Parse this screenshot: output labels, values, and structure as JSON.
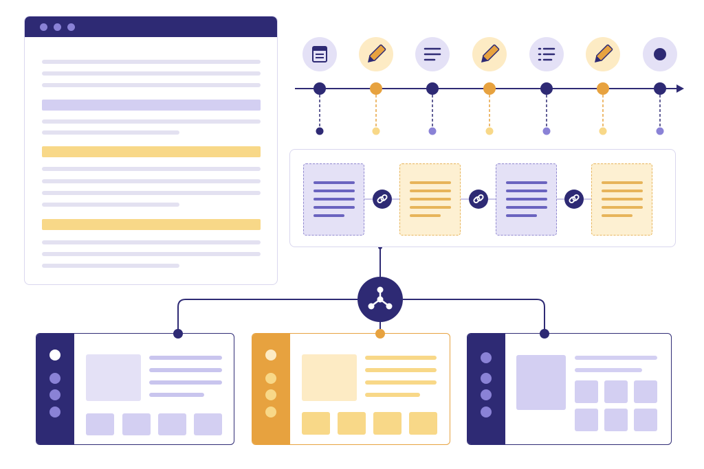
{
  "colors": {
    "navy": "#2e2a74",
    "purple": "#8a82d6",
    "lavender": "#d3cff2",
    "pale_lavender": "#e4e1f6",
    "orange": "#e7a23f",
    "yellow": "#f8d888",
    "pale_yellow": "#fdf0d2",
    "light_gray": "#e3e1f1"
  },
  "timeline": {
    "steps": [
      {
        "icon": "document-icon",
        "theme": "purple"
      },
      {
        "icon": "pencil-icon",
        "theme": "yellow"
      },
      {
        "icon": "text-lines-icon",
        "theme": "purple"
      },
      {
        "icon": "pencil-icon",
        "theme": "yellow"
      },
      {
        "icon": "list-icon",
        "theme": "purple"
      },
      {
        "icon": "pencil-icon",
        "theme": "yellow"
      },
      {
        "icon": "circle-dot-icon",
        "theme": "purple"
      }
    ]
  },
  "linked_cards": [
    {
      "theme": "purple"
    },
    {
      "theme": "yellow"
    },
    {
      "theme": "purple"
    },
    {
      "theme": "yellow"
    }
  ],
  "hub": {
    "icon": "share-network-icon"
  },
  "apps": [
    {
      "theme": "navy"
    },
    {
      "theme": "orange"
    },
    {
      "theme": "navy"
    }
  ]
}
